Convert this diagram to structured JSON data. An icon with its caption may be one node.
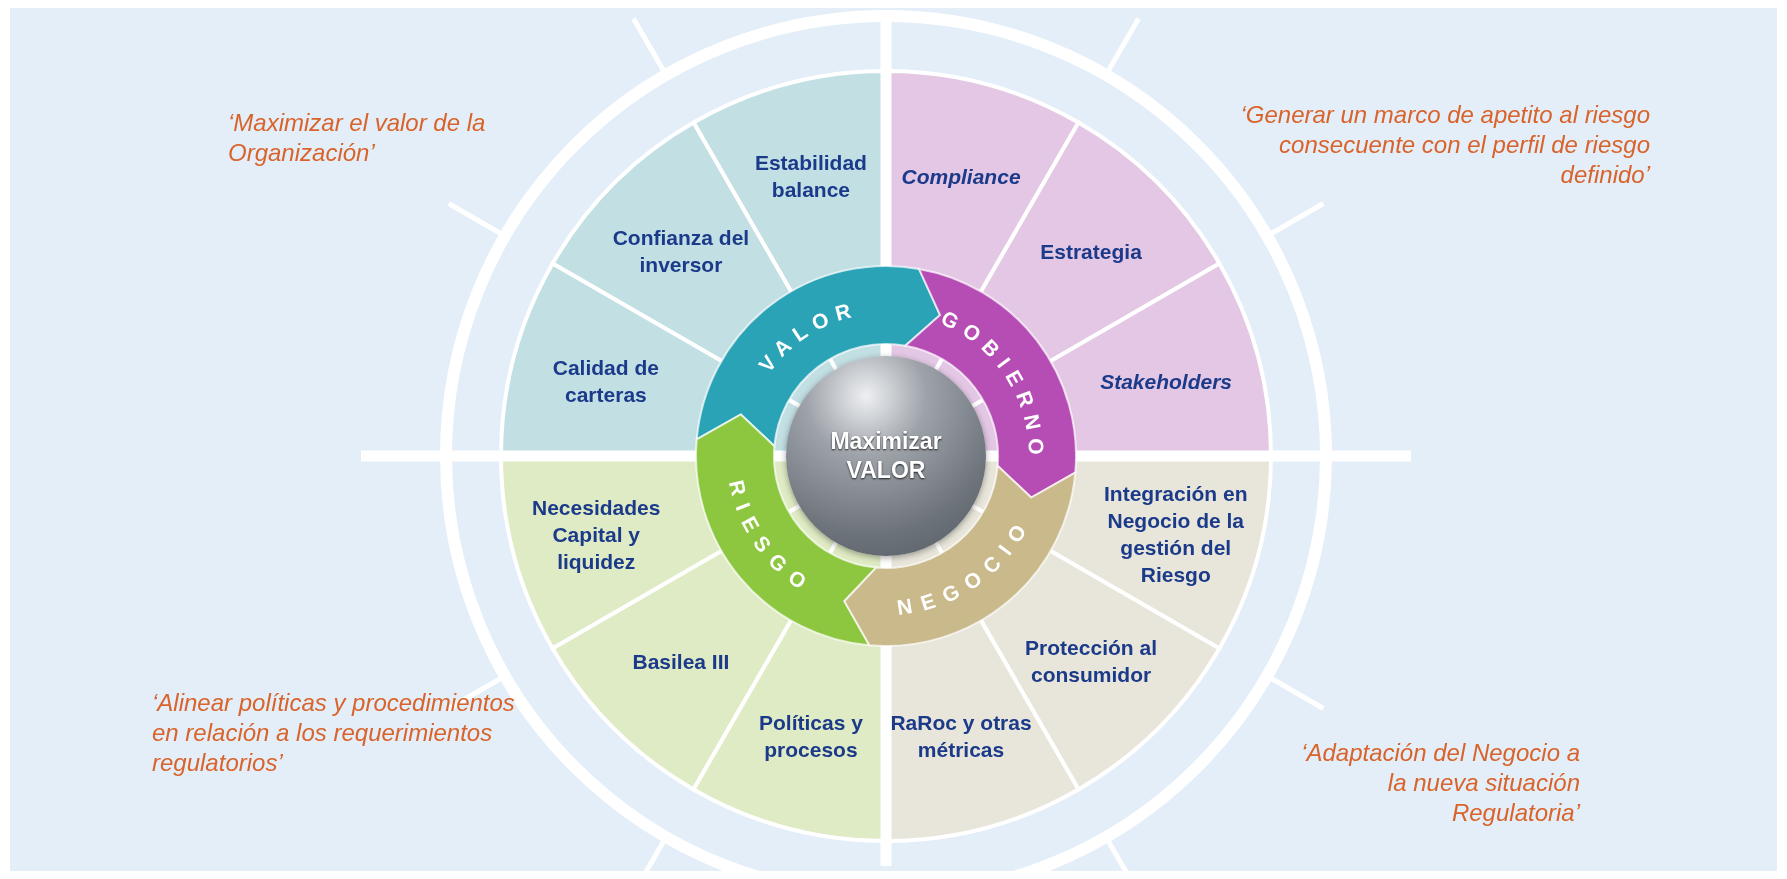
{
  "diagram": {
    "nodes": [
      {
        "text": [
          "Estabilidad balance"
        ]
      },
      {
        "text": [
          "Confianza del inversor"
        ]
      },
      {
        "text": [
          "Calidad de carteras"
        ]
      },
      {
        "text": [
          "Compliance"
        ]
      },
      {
        "text": [
          "Estrategia"
        ]
      },
      {
        "text": [
          "Stakeholders"
        ]
      },
      {
        "text": [
          "VALOR"
        ]
      },
      {
        "text": [
          "GOBIERNO"
        ]
      },
      {
        "text": [
          "Maximizar VALOR"
        ]
      },
      {
        "text": [
          "RIESGO"
        ]
      },
      {
        "text": [
          "NEGOCIO"
        ]
      },
      {
        "text": [
          "Necesidades Capital y liquidez"
        ]
      },
      {
        "text": [
          "Basilea III"
        ]
      },
      {
        "text": [
          "Políticas y procesos"
        ]
      },
      {
        "text": [
          "Integración en Negocio de la gestión del Riesgo"
        ]
      },
      {
        "text": [
          "Protección al consumidor"
        ]
      },
      {
        "text": [
          "RaRoc y otras métricas"
        ]
      }
    ],
    "labels": [
      "‘Maximizar el valor de la Organización’",
      "‘Generar un marco de apetito al riesgo consecuente con el perfil de riesgo definido’",
      "‘Alinear políticas y procedimientos en relación a los requerimientos regulatorios’",
      "‘Adaptación del Negocio a la nueva situación Regulatoria’"
    ]
  }
}
